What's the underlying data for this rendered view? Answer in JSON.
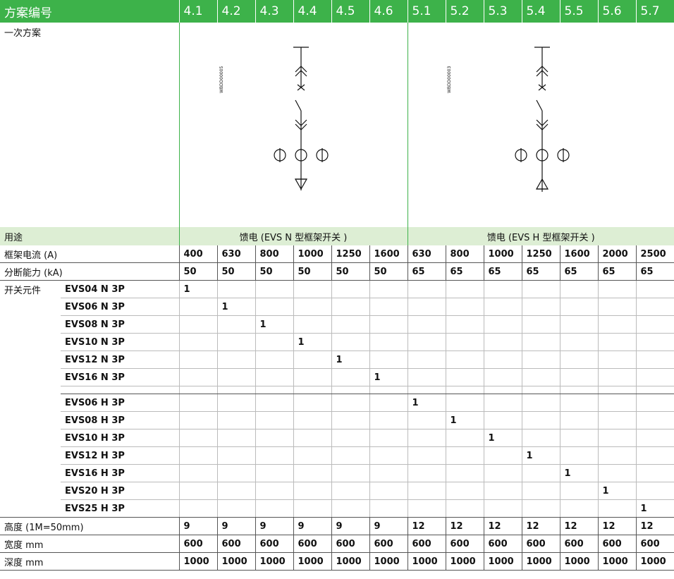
{
  "header": {
    "title": "方案编号",
    "schemes": [
      "4.1",
      "4.2",
      "4.3",
      "4.4",
      "4.5",
      "4.6",
      "5.1",
      "5.2",
      "5.3",
      "5.4",
      "5.5",
      "5.6",
      "5.7"
    ]
  },
  "diagram": {
    "label": "一次方案",
    "group_n_code": "WBDD00005",
    "group_h_code": "WBDD00003"
  },
  "usage": {
    "label": "用途",
    "group_n": "馈电 (EVS N 型框架开关 )",
    "group_h": "馈电 (EVS H 型框架开关 )"
  },
  "frame_current": {
    "label": "框架电流 (A)",
    "values": [
      "400",
      "630",
      "800",
      "1000",
      "1250",
      "1600",
      "630",
      "800",
      "1000",
      "1250",
      "1600",
      "2000",
      "2500"
    ]
  },
  "breaking_capacity": {
    "label": "分断能力 (kA)",
    "values": [
      "50",
      "50",
      "50",
      "50",
      "50",
      "50",
      "65",
      "65",
      "65",
      "65",
      "65",
      "65",
      "65"
    ]
  },
  "switch_elements": {
    "label": "开关元件",
    "group_n": [
      {
        "model": "EVS04 N 3P",
        "col": 0,
        "qty": "1"
      },
      {
        "model": "EVS06 N 3P",
        "col": 1,
        "qty": "1"
      },
      {
        "model": "EVS08 N 3P",
        "col": 2,
        "qty": "1"
      },
      {
        "model": "EVS10 N 3P",
        "col": 3,
        "qty": "1"
      },
      {
        "model": "EVS12 N 3P",
        "col": 4,
        "qty": "1"
      },
      {
        "model": "EVS16 N 3P",
        "col": 5,
        "qty": "1"
      }
    ],
    "group_h": [
      {
        "model": "EVS06 H 3P",
        "col": 6,
        "qty": "1"
      },
      {
        "model": "EVS08 H 3P",
        "col": 7,
        "qty": "1"
      },
      {
        "model": "EVS10 H 3P",
        "col": 8,
        "qty": "1"
      },
      {
        "model": "EVS12 H 3P",
        "col": 9,
        "qty": "1"
      },
      {
        "model": "EVS16 H 3P",
        "col": 10,
        "qty": "1"
      },
      {
        "model": "EVS20 H 3P",
        "col": 11,
        "qty": "1"
      },
      {
        "model": "EVS25 H 3P",
        "col": 12,
        "qty": "1"
      }
    ]
  },
  "height": {
    "label": "高度 (1M=50mm)",
    "values": [
      "9",
      "9",
      "9",
      "9",
      "9",
      "9",
      "12",
      "12",
      "12",
      "12",
      "12",
      "12",
      "12"
    ]
  },
  "width": {
    "label": "宽度 mm",
    "values": [
      "600",
      "600",
      "600",
      "600",
      "600",
      "600",
      "600",
      "600",
      "600",
      "600",
      "600",
      "600",
      "600"
    ]
  },
  "depth": {
    "label": "深度 mm",
    "values": [
      "1000",
      "1000",
      "1000",
      "1000",
      "1000",
      "1000",
      "1000",
      "1000",
      "1000",
      "1000",
      "1000",
      "1000",
      "1000"
    ]
  },
  "colors": {
    "header_green": "#3db24a",
    "usage_bg": "#ddeed4"
  }
}
